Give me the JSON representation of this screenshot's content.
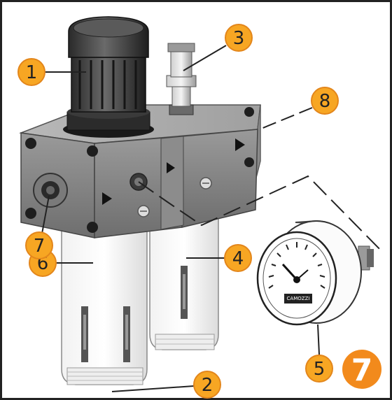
{
  "colors": {
    "callout_fill": "#f7a623",
    "callout_stroke": "#e3861b",
    "figure_badge_fill": "#f28a1c",
    "frame": "#222222",
    "line": "#222222"
  },
  "callouts": {
    "c1": "1",
    "c2": "2",
    "c3": "3",
    "c4": "4",
    "c5": "5",
    "c6": "6",
    "c7": "7",
    "c8": "8"
  },
  "figure": {
    "number": "7"
  },
  "gauge": {
    "brand": "CAMOZZI"
  }
}
